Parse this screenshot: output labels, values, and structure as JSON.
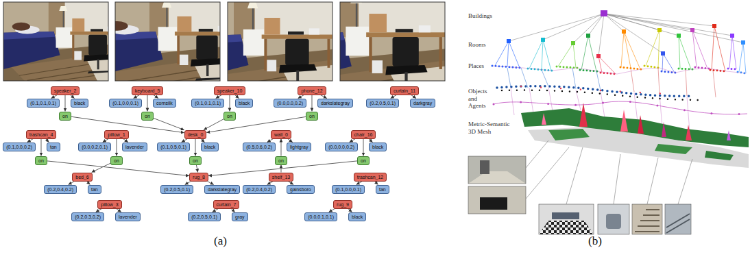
{
  "diagram": {
    "nodes": [
      {
        "text": [
          "speaker_2"
        ]
      },
      {
        "text": [
          "(0.1,0.1,0.1)"
        ]
      },
      {
        "text": [
          "black"
        ]
      },
      {
        "text": [
          "keyboard_5"
        ]
      },
      {
        "text": [
          "(0.1,0.0,0.1)"
        ]
      },
      {
        "text": [
          "cornsilk"
        ]
      },
      {
        "text": [
          "speaker_10"
        ]
      },
      {
        "text": [
          "(0.1,0.1,0.1)"
        ]
      },
      {
        "text": [
          "black"
        ]
      },
      {
        "text": [
          "phone_12"
        ]
      },
      {
        "text": [
          "(0.0,0.0,0.2)"
        ]
      },
      {
        "text": [
          "darkslategray"
        ]
      },
      {
        "text": [
          "curtain_11"
        ]
      },
      {
        "text": [
          "(0.2,0.5,0.1)"
        ]
      },
      {
        "text": [
          "darkgray"
        ]
      },
      {
        "text": [
          "on"
        ]
      },
      {
        "text": [
          "on"
        ]
      },
      {
        "text": [
          "on"
        ]
      },
      {
        "text": [
          "on"
        ]
      },
      {
        "text": [
          "trashcan_4"
        ]
      },
      {
        "text": [
          "(0.1,0.0,0.2)"
        ]
      },
      {
        "text": [
          "tan"
        ]
      },
      {
        "text": [
          "pillow_1"
        ]
      },
      {
        "text": [
          "(0.0,0.2,0.1)"
        ]
      },
      {
        "text": [
          "lavender"
        ]
      },
      {
        "text": [
          "desk_0"
        ]
      },
      {
        "text": [
          "(0.1,0.5,0.1)"
        ]
      },
      {
        "text": [
          "black"
        ]
      },
      {
        "text": [
          "wall_0"
        ]
      },
      {
        "text": [
          "(0.5,0.6,0.2)"
        ]
      },
      {
        "text": [
          "lightgray"
        ]
      },
      {
        "text": [
          "chair_16"
        ]
      },
      {
        "text": [
          "(0.0,0.0,0.2)"
        ]
      },
      {
        "text": [
          "black"
        ]
      },
      {
        "text": [
          "on"
        ]
      },
      {
        "text": [
          "on"
        ]
      },
      {
        "text": [
          "on"
        ]
      },
      {
        "text": [
          "on"
        ]
      },
      {
        "text": [
          "on"
        ]
      },
      {
        "text": [
          "bed_6"
        ]
      },
      {
        "text": [
          "(0.2,0.4,0.2)"
        ]
      },
      {
        "text": [
          "tan"
        ]
      },
      {
        "text": [
          "rug_8"
        ]
      },
      {
        "text": [
          "(0.2,0.5,0.1)"
        ]
      },
      {
        "text": [
          "darkslategray"
        ]
      },
      {
        "text": [
          "shelf_13"
        ]
      },
      {
        "text": [
          "(0.2,0.4,0.2)"
        ]
      },
      {
        "text": [
          "gainsboro"
        ]
      },
      {
        "text": [
          "trashcan_12"
        ]
      },
      {
        "text": [
          "(0.1,0.0,0.1)"
        ]
      },
      {
        "text": [
          "tan"
        ]
      },
      {
        "text": [
          "pillow_3"
        ]
      },
      {
        "text": [
          "(0.2,0.3,0.2)"
        ]
      },
      {
        "text": [
          "lavender"
        ]
      },
      {
        "text": [
          "curtain_7"
        ]
      },
      {
        "text": [
          "(0.2,0.5,0.1)"
        ]
      },
      {
        "text": [
          "gray"
        ]
      },
      {
        "text": [
          "rug_9"
        ]
      },
      {
        "text": [
          "(0.0,0.1,0.1)"
        ]
      },
      {
        "text": [
          "black"
        ]
      }
    ],
    "edges": [
      {
        "from": 0,
        "to": 1,
        "arrow": "to"
      },
      {
        "from": 0,
        "to": 2,
        "arrow": "to"
      },
      {
        "from": 3,
        "to": 4,
        "arrow": "to"
      },
      {
        "from": 3,
        "to": 5,
        "arrow": "to"
      },
      {
        "from": 6,
        "to": 7,
        "arrow": "to"
      },
      {
        "from": 6,
        "to": 8,
        "arrow": "to"
      },
      {
        "from": 9,
        "to": 10,
        "arrow": "to"
      },
      {
        "from": 9,
        "to": 11,
        "arrow": "to"
      },
      {
        "from": 12,
        "to": 13,
        "arrow": "to"
      },
      {
        "from": 12,
        "to": 14,
        "arrow": "to"
      },
      {
        "from": 0,
        "to": 15,
        "arrow": "to"
      },
      {
        "from": 15,
        "to": 25,
        "arrow": "to"
      },
      {
        "from": 3,
        "to": 16,
        "arrow": "to"
      },
      {
        "from": 16,
        "to": 25,
        "arrow": "to"
      },
      {
        "from": 6,
        "to": 17,
        "arrow": "to"
      },
      {
        "from": 17,
        "to": 25,
        "arrow": "to"
      },
      {
        "from": 9,
        "to": 18,
        "arrow": "to"
      },
      {
        "from": 18,
        "to": 25,
        "arrow": "to"
      },
      {
        "from": 19,
        "to": 20,
        "arrow": "to"
      },
      {
        "from": 19,
        "to": 21,
        "arrow": "to"
      },
      {
        "from": 22,
        "to": 23,
        "arrow": "to"
      },
      {
        "from": 22,
        "to": 24,
        "arrow": "to"
      },
      {
        "from": 25,
        "to": 26,
        "arrow": "to"
      },
      {
        "from": 25,
        "to": 27,
        "arrow": "to"
      },
      {
        "from": 28,
        "to": 29,
        "arrow": "to"
      },
      {
        "from": 28,
        "to": 30,
        "arrow": "to"
      },
      {
        "from": 31,
        "to": 32,
        "arrow": "to"
      },
      {
        "from": 31,
        "to": 33,
        "arrow": "to"
      },
      {
        "from": 19,
        "to": 34,
        "arrow": "to"
      },
      {
        "from": 34,
        "to": 42,
        "arrow": "to"
      },
      {
        "from": 22,
        "to": 35,
        "arrow": "to"
      },
      {
        "from": 35,
        "to": 39,
        "arrow": "to"
      },
      {
        "from": 25,
        "to": 36,
        "arrow": "to"
      },
      {
        "from": 36,
        "to": 42,
        "arrow": "to"
      },
      {
        "from": 45,
        "to": 37,
        "arrow": "to"
      },
      {
        "from": 37,
        "to": 28,
        "arrow": "to"
      },
      {
        "from": 31,
        "to": 38,
        "arrow": "to"
      },
      {
        "from": 38,
        "to": 42,
        "arrow": "to"
      },
      {
        "from": 39,
        "to": 40,
        "arrow": "to"
      },
      {
        "from": 39,
        "to": 41,
        "arrow": "to"
      },
      {
        "from": 42,
        "to": 43,
        "arrow": "to"
      },
      {
        "from": 42,
        "to": 44,
        "arrow": "to"
      },
      {
        "from": 45,
        "to": 46,
        "arrow": "to"
      },
      {
        "from": 45,
        "to": 47,
        "arrow": "to"
      },
      {
        "from": 48,
        "to": 49,
        "arrow": "to"
      },
      {
        "from": 48,
        "to": 50,
        "arrow": "to"
      },
      {
        "from": 51,
        "to": 52,
        "arrow": "to"
      },
      {
        "from": 51,
        "to": 53,
        "arrow": "to"
      },
      {
        "from": 54,
        "to": 55,
        "arrow": "to"
      },
      {
        "from": 54,
        "to": 56,
        "arrow": "to"
      },
      {
        "from": 57,
        "to": 58,
        "arrow": "to"
      },
      {
        "from": 57,
        "to": 59,
        "arrow": "to"
      }
    ],
    "labels": [
      "Buildings",
      "Rooms",
      "Places",
      "Objects and Agents",
      "Metric-Semantic 3D Mesh",
      "(a)",
      "(b)"
    ]
  }
}
